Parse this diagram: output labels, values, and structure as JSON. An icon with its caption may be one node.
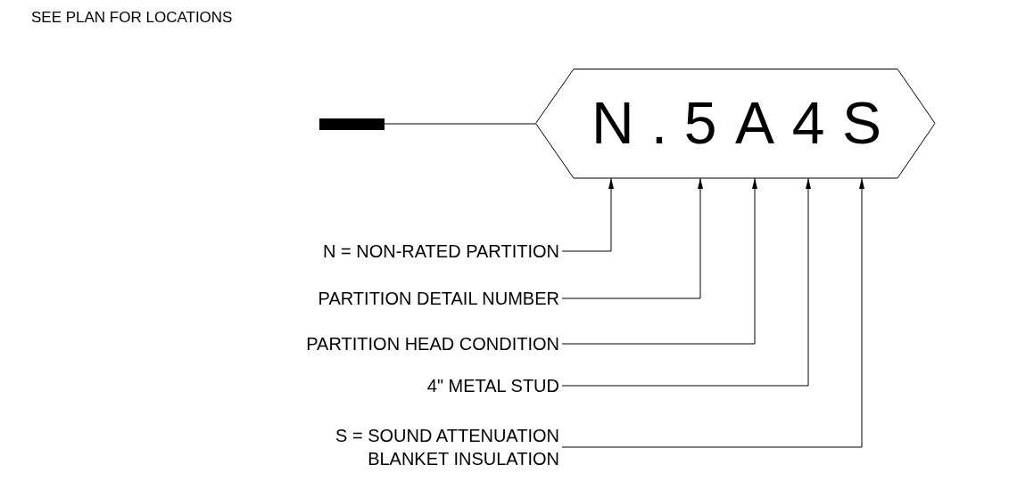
{
  "diagram": {
    "nodes": [
      {
        "text": [],
        "shape": "bar"
      },
      {
        "text": [],
        "shape": "hexagon"
      },
      {
        "text": [
          "N"
        ],
        "in": 1
      },
      {
        "text": [
          "."
        ],
        "in": 1
      },
      {
        "text": [
          "5"
        ],
        "in": 1
      },
      {
        "text": [
          "A"
        ],
        "in": 1
      },
      {
        "text": [
          "4"
        ],
        "in": 1
      },
      {
        "text": [
          "S"
        ],
        "in": 1
      },
      {
        "text": [
          "N = NON-RATED PARTITION"
        ]
      },
      {
        "text": [
          "PARTITION DETAIL NUMBER"
        ]
      },
      {
        "text": [
          "PARTITION HEAD CONDITION"
        ]
      },
      {
        "text": [
          "4\" METAL STUD"
        ]
      },
      {
        "text": [
          "S = SOUND ATTENUATION BLANKET INSULATION"
        ]
      }
    ],
    "edges": [
      {
        "from": 0,
        "to": 1,
        "arrow": "none"
      },
      {
        "from": 8,
        "to": 2,
        "arrow": "to"
      },
      {
        "from": 9,
        "to": 4,
        "arrow": "to"
      },
      {
        "from": 10,
        "to": 5,
        "arrow": "to"
      },
      {
        "from": 11,
        "to": 6,
        "arrow": "to"
      },
      {
        "from": 12,
        "to": 7,
        "arrow": "to"
      }
    ],
    "labels": [
      "SEE PLAN FOR LOCATIONS"
    ]
  }
}
